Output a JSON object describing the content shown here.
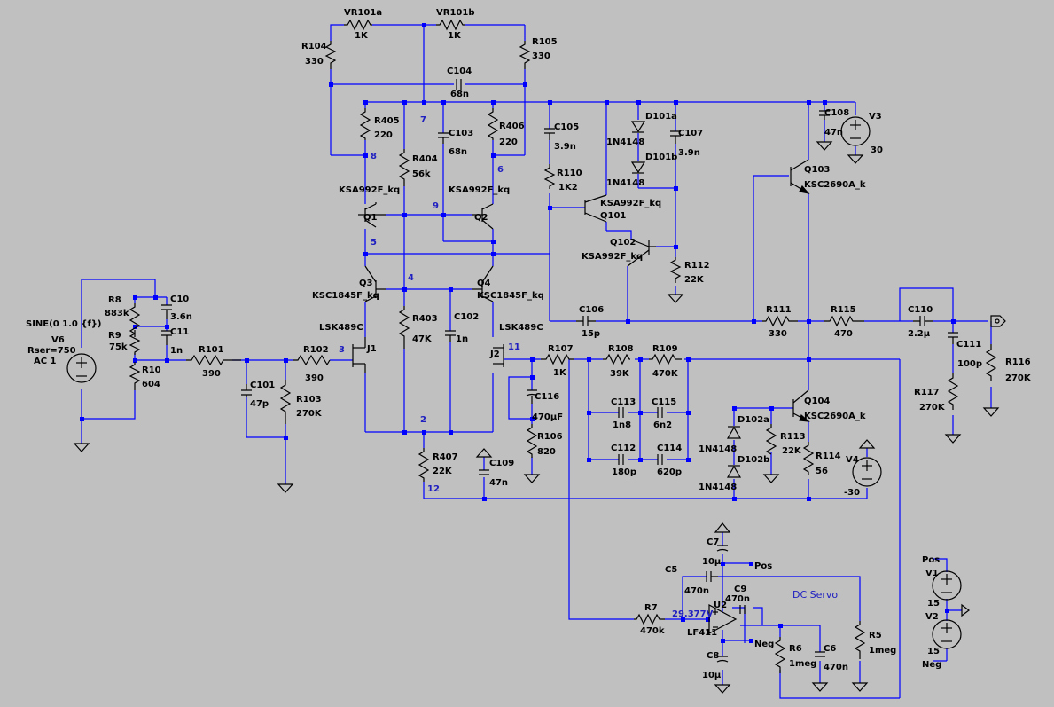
{
  "source": {
    "name": "V6",
    "func": "SINE(0 1.0 {f})",
    "rser": "Rser=750",
    "ac": "AC 1"
  },
  "supplies": {
    "V1": {
      "name": "V1",
      "value": "15",
      "net": "Pos"
    },
    "V2": {
      "name": "V2",
      "value": "15",
      "net": "Neg"
    },
    "V3": {
      "name": "V3",
      "value": "30"
    },
    "V4": {
      "name": "V4",
      "value": "-30"
    }
  },
  "resistors": {
    "R8": {
      "name": "R8",
      "value": "883k"
    },
    "R9": {
      "name": "R9",
      "value": "75k"
    },
    "R10": {
      "name": "R10",
      "value": "604"
    },
    "R101": {
      "name": "R101",
      "value": "390"
    },
    "R102": {
      "name": "R102",
      "value": "390"
    },
    "R103": {
      "name": "R103",
      "value": "270K"
    },
    "R104": {
      "name": "R104",
      "value": "330"
    },
    "R105": {
      "name": "R105",
      "value": "330"
    },
    "R405": {
      "name": "R405",
      "value": "220"
    },
    "R406": {
      "name": "R406",
      "value": "220"
    },
    "R404": {
      "name": "R404",
      "value": "56k"
    },
    "R403": {
      "name": "R403",
      "value": "47K"
    },
    "R407": {
      "name": "R407",
      "value": "22K"
    },
    "R110": {
      "name": "R110",
      "value": "1K2"
    },
    "R112": {
      "name": "R112",
      "value": "22K"
    },
    "R111": {
      "name": "R111",
      "value": "330"
    },
    "R115": {
      "name": "R115",
      "value": "470"
    },
    "R116": {
      "name": "R116",
      "value": "270K"
    },
    "R117": {
      "name": "R117",
      "value": "270K"
    },
    "R107": {
      "name": "R107",
      "value": "1K"
    },
    "R108": {
      "name": "R108",
      "value": "39K"
    },
    "R109": {
      "name": "R109",
      "value": "470K"
    },
    "R106": {
      "name": "R106",
      "value": "820"
    },
    "R113": {
      "name": "R113",
      "value": "22K"
    },
    "R114": {
      "name": "R114",
      "value": "56"
    },
    "R7": {
      "name": "R7",
      "value": "470k"
    },
    "R6": {
      "name": "R6",
      "value": "1meg"
    },
    "R5": {
      "name": "R5",
      "value": "1meg"
    }
  },
  "pots": {
    "VR101a": {
      "name": "VR101a",
      "value": "1K"
    },
    "VR101b": {
      "name": "VR101b",
      "value": "1K"
    }
  },
  "capacitors": {
    "C10": {
      "name": "C10",
      "value": "3.6n"
    },
    "C11": {
      "name": "C11",
      "value": "1n"
    },
    "C101": {
      "name": "C101",
      "value": "47p"
    },
    "C104": {
      "name": "C104",
      "value": "68n"
    },
    "C103": {
      "name": "C103",
      "value": "68n"
    },
    "C102": {
      "name": "C102",
      "value": "1n"
    },
    "C109": {
      "name": "C109",
      "value": "47n"
    },
    "C105": {
      "name": "C105",
      "value": "3.9n"
    },
    "C107": {
      "name": "C107",
      "value": "3.9n"
    },
    "C108": {
      "name": "C108",
      "value": "47n"
    },
    "C106": {
      "name": "C106",
      "value": "15p"
    },
    "C110": {
      "name": "C110",
      "value": "2.2µ"
    },
    "C111": {
      "name": "C111",
      "value": "100p"
    },
    "C116": {
      "name": "C116",
      "value": "470µF"
    },
    "C113": {
      "name": "C113",
      "value": "1n8"
    },
    "C115": {
      "name": "C115",
      "value": "6n2"
    },
    "C112": {
      "name": "C112",
      "value": "180p"
    },
    "C114": {
      "name": "C114",
      "value": "620p"
    },
    "C7": {
      "name": "C7",
      "value": "10µ"
    },
    "C8": {
      "name": "C8",
      "value": "10µ"
    },
    "C5": {
      "name": "C5",
      "value": "470n"
    },
    "C9": {
      "name": "C9",
      "value": "470n"
    },
    "C6": {
      "name": "C6",
      "value": "470n"
    }
  },
  "transistors": {
    "Q1": {
      "name": "Q1",
      "model": "KSA992F_kq"
    },
    "Q2": {
      "name": "Q2",
      "model": "KSA992F_kq"
    },
    "Q3": {
      "name": "Q3",
      "model": "KSC1845F_kq"
    },
    "Q4": {
      "name": "Q4",
      "model": "KSC1845F_kq"
    },
    "Q101": {
      "name": "Q101",
      "model": "KSA992F_kq"
    },
    "Q102": {
      "name": "Q102",
      "model": "KSA992F_kq"
    },
    "Q103": {
      "name": "Q103",
      "model": "KSC2690A_k"
    },
    "Q104": {
      "name": "Q104",
      "model": "KSC2690A_k"
    },
    "J1": {
      "name": "J1",
      "model": "LSK489C"
    },
    "J2": {
      "name": "J2",
      "model": "LSK489C"
    }
  },
  "diodes": {
    "D101a": {
      "name": "D101a",
      "model": "1N4148"
    },
    "D101b": {
      "name": "D101b",
      "model": "1N4148"
    },
    "D102a": {
      "name": "D102a",
      "model": "1N4148"
    },
    "D102b": {
      "name": "D102b",
      "model": "1N4148"
    }
  },
  "opamp": {
    "name": "U2",
    "model": "LF411",
    "pin_voltage": "29.377V"
  },
  "nets": {
    "n2": "2",
    "n3": "3",
    "n4": "4",
    "n5": "5",
    "n6": "6",
    "n7": "7",
    "n8": "8",
    "n9": "9",
    "n11": "11",
    "n12": "12",
    "pos": "Pos",
    "neg": "Neg"
  },
  "labels": {
    "dc_servo": "DC Servo"
  },
  "colors": {
    "wire": "#0000ff",
    "component": "#000000",
    "background": "#c0c0c0",
    "net_label": "#2020c0"
  }
}
